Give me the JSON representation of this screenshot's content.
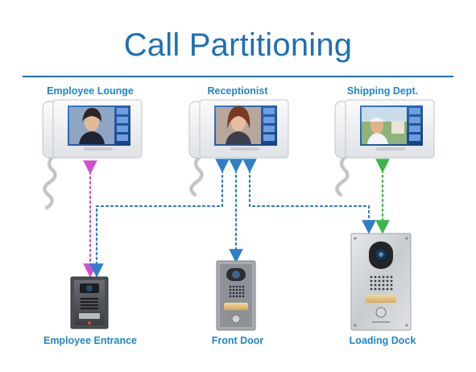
{
  "title": "Call Partitioning",
  "monitors": [
    {
      "id": "employee-lounge",
      "label": "Employee Lounge"
    },
    {
      "id": "receptionist",
      "label": "Receptionist"
    },
    {
      "id": "shipping-dept",
      "label": "Shipping Dept."
    }
  ],
  "door_stations": [
    {
      "id": "employee-entrance",
      "label": "Employee Entrance"
    },
    {
      "id": "front-door",
      "label": "Front Door"
    },
    {
      "id": "loading-dock",
      "label": "Loading Dock"
    }
  ],
  "colors": {
    "title": "#1f6fb5",
    "labels": "#1f86c8",
    "link_shared": "#2f7fc8",
    "link_employee": "#d04fd0",
    "link_shipping": "#3cb54a",
    "monitor_body": "#f2f3f5",
    "screen_accent": "#2a5fb0"
  },
  "connections": [
    {
      "from": "Employee Lounge",
      "to": "Employee Entrance",
      "color": "magenta"
    },
    {
      "from": "Receptionist",
      "to": "Employee Entrance",
      "color": "blue"
    },
    {
      "from": "Receptionist",
      "to": "Front Door",
      "color": "blue"
    },
    {
      "from": "Receptionist",
      "to": "Loading Dock",
      "color": "blue"
    },
    {
      "from": "Shipping Dept.",
      "to": "Loading Dock",
      "color": "green"
    }
  ]
}
